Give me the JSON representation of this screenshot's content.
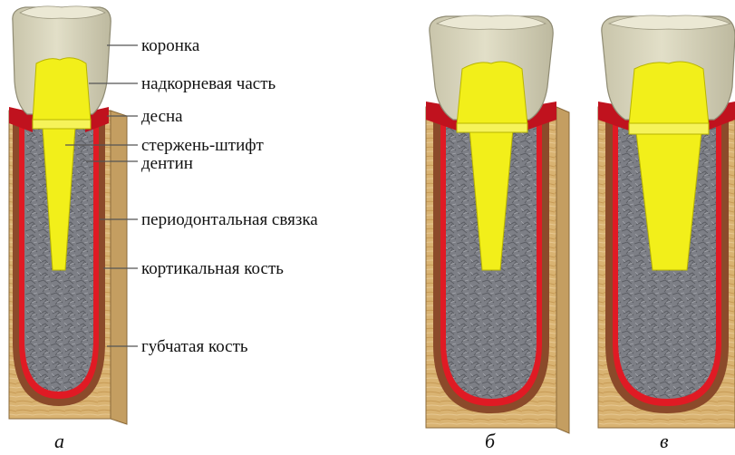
{
  "labels": {
    "crown": "коронка",
    "core": "надкорневая часть",
    "gum": "десна",
    "post": "стержень-штифт",
    "dentin": "дентин",
    "ligament": "периодонтальная связка",
    "cortical": "кортикальная кость",
    "cancellous": "губчатая кость"
  },
  "captions": {
    "a": "а",
    "b": "б",
    "c": "в"
  },
  "colors": {
    "crown": "#d9d5bd",
    "core": "#f2ef1a",
    "dentin": "#7d7f86",
    "gum": "#c0121e",
    "ligament": "#e01a24",
    "cortical": "#8b4a2a",
    "bone": "#d9b372"
  }
}
